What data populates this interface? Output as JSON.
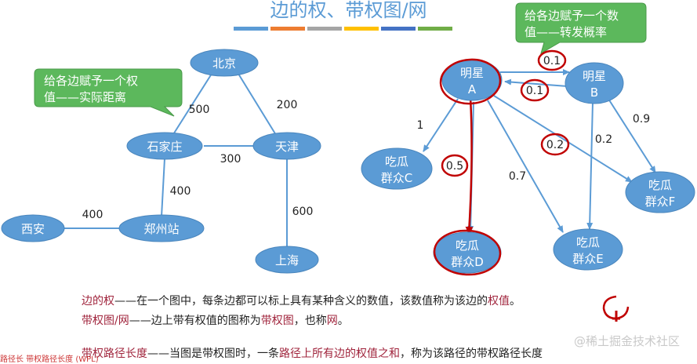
{
  "title": "边的权、带权图/网",
  "title_bar_colors": [
    "#5b9bd5",
    "#ed7d31",
    "#a5a5a5",
    "#ffc000",
    "#4472c4",
    "#70ad47"
  ],
  "left_graph": {
    "callout": [
      "给各边赋予一个权",
      "值——实际距离"
    ],
    "nodes": {
      "beijing": "北京",
      "shijiazhuang": "石家庄",
      "tianjin": "天津",
      "xian": "西安",
      "zhengzhou": "郑州站",
      "shanghai": "上海"
    },
    "weights": {
      "beijing_shijiazhuang": "500",
      "beijing_tianjin": "200",
      "shijiazhuang_tianjin": "300",
      "shijiazhuang_zhengzhou": "400",
      "xian_zhengzhou": "400",
      "tianjin_shanghai": "600"
    }
  },
  "right_graph": {
    "callout": [
      "给各边赋予一个数",
      "值——转发概率"
    ],
    "nodes": {
      "a": [
        "明星",
        "A"
      ],
      "b": [
        "明星",
        "B"
      ],
      "c": [
        "吃瓜",
        "群众C"
      ],
      "d": [
        "吃瓜",
        "群众D"
      ],
      "e": [
        "吃瓜",
        "群众E"
      ],
      "f": [
        "吃瓜",
        "群众F"
      ]
    },
    "weights": {
      "a_b": "0.1",
      "b_a": "0.1",
      "a_c": "1",
      "a_d": "0.5",
      "a_e": "0.7",
      "a_f": "0.2",
      "b_e": "0.2",
      "b_f": "0.9"
    }
  },
  "text": {
    "line1_term": "边的权",
    "line1_body": "——在一个图中，每条边都可以标上具有某种含义的数值，该数值称为该边的",
    "line1_end": "权值",
    "line1_dot": "。",
    "line2_term": "带权图/网",
    "line2_mid": "——边上带有权值的图称为",
    "line2_em1": "带权图",
    "line2_mid2": "，也称",
    "line2_em2": "网",
    "line2_dot": "。",
    "line3_term": "带权路径长度",
    "line3_mid": "——当图是带权图时，一条",
    "line3_em": "路径上所有边的权值之和",
    "line3_end": "，称为该路径的带权路径长度"
  },
  "watermark": "@稀土掘金技术社区",
  "corner_text": "路径长 带权路径长度 (WPL)"
}
